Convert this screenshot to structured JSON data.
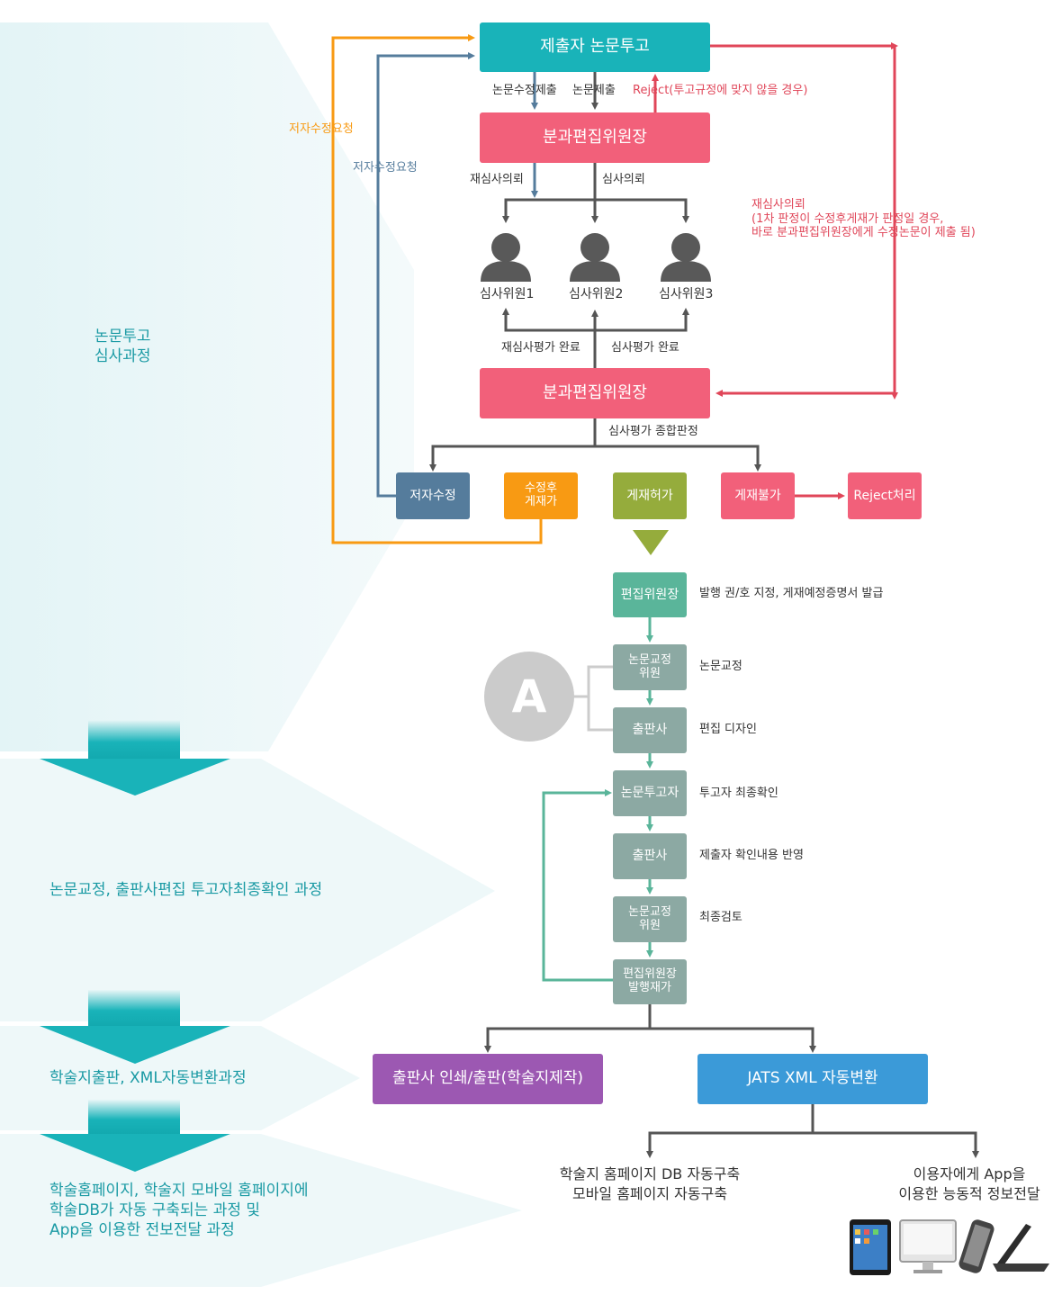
{
  "stages": {
    "s1": [
      "논문투고",
      "심사과정"
    ],
    "s2": [
      "논문교정, 출판사편집 투고자최종확인 과정"
    ],
    "s3": [
      "학술지출판, XML자동변환과정"
    ],
    "s4": [
      "학술홈페이지, 학술지 모바일 홈페이지에",
      "학술DB가 자동 구축되는 과정 및",
      "App을 이용한 전보전달 과정"
    ]
  },
  "nodes": {
    "submitter": [
      "제출자 논문투고"
    ],
    "chair1": [
      "분과편집위원장"
    ],
    "reviewer1": [
      "심사위원1"
    ],
    "reviewer2": [
      "심사위원2"
    ],
    "reviewer3": [
      "심사위원3"
    ],
    "chair2": [
      "분과편집위원장"
    ],
    "author_revise": [
      "저자수정"
    ],
    "revise_publish": [
      "수정후",
      "게재가"
    ],
    "accept": [
      "게재허가"
    ],
    "reject_publish": [
      "게재불가"
    ],
    "reject_process": [
      "Reject처리"
    ],
    "editor_chief": [
      "편집위원장"
    ],
    "proofreader1": [
      "논문교정",
      "위원"
    ],
    "publisher1": [
      "출판사"
    ],
    "author_confirm": [
      "논문투고자"
    ],
    "publisher2": [
      "출판사"
    ],
    "proofreader2": [
      "논문교정",
      "위원"
    ],
    "editor_chief_final": [
      "편집위원장",
      "발행재가"
    ],
    "print_publish": [
      "출판사 인쇄/출판(학술지제작)"
    ],
    "jats_xml": [
      "JATS XML 자동변환"
    ],
    "a_badge": [
      "A"
    ]
  },
  "labels": {
    "revised_submit": "논문수정제출",
    "paper_submit": "논문제출",
    "reject_rule": "Reject(투고규정에 맞지 않을 경우)",
    "author_request_orange": "저자수정요청",
    "author_request_blue": "저자수정요청",
    "re_review_request": "재심사의뢰",
    "review_request": "심사의뢰",
    "re_review_note": [
      "재심사의뢰",
      "(1차 판정이 수정후게재가 판정일 경우,",
      "바로 분과편집위원장에게 수정논문이 제출 됨)"
    ],
    "re_review_done": "재심사평가 완료",
    "review_done": "심사평가 완료",
    "overall_decision": "심사평가 종합판정",
    "issue_assign": "발행 권/호 지정, 게재예정증명서 발급",
    "proofreading": "논문교정",
    "edit_design": "편집 디자인",
    "author_final_check": "투고자 최종확인",
    "apply_submitter_check": "제출자 확인내용 반영",
    "final_review": "최종검토",
    "homepage_db": [
      "학술지 홈페이지 DB 자동구축",
      "모바일 홈페이지 자동구축"
    ],
    "app_delivery": [
      "이용자에게 App을",
      "이용한 능동적 정보전달"
    ]
  },
  "icons": [
    "person-icon",
    "person-icon",
    "person-icon",
    "tablet-icon",
    "monitor-icon",
    "phone-icon",
    "laptop-icon"
  ],
  "colors": {
    "teal": "#19b3b9",
    "pink": "#f2607a",
    "slate": "#557c9c",
    "orange": "#f89a13",
    "olive": "#95ac3c",
    "green": "#5ab59a",
    "gray_green": "#8ca9a3",
    "purple": "#9c58b2",
    "blue": "#3b9ad8",
    "red_line": "#e04659",
    "stage_text": "#1a9aa4"
  }
}
